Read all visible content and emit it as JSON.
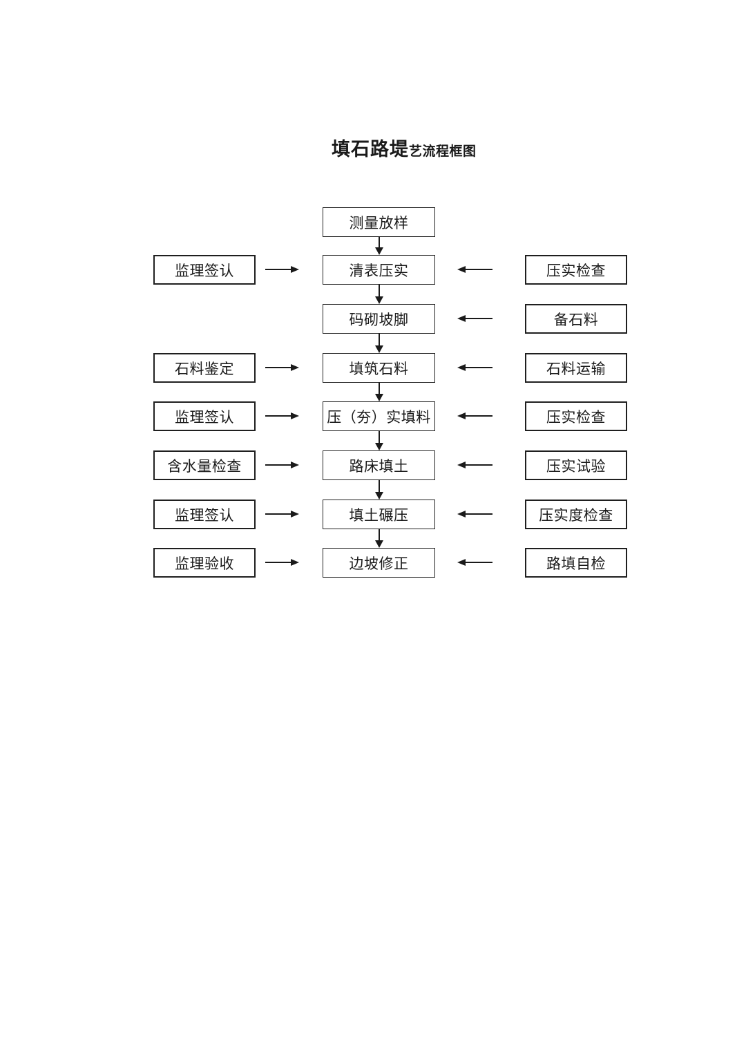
{
  "title": {
    "main": "填石路堤",
    "sub": "艺流程框图"
  },
  "flow": {
    "center": [
      "测量放样",
      "清表压实",
      "码砌坡脚",
      "填筑石料",
      "压（夯）实填料",
      "路床填土",
      "填土碾压",
      "边坡修正"
    ],
    "left": [
      "监理签认",
      "石料鉴定",
      "监理签认",
      "含水量检查",
      "监理签认",
      "监理验收"
    ],
    "right": [
      "压实检查",
      "备石料",
      "石料运输",
      "压实检查",
      "压实试验",
      "压实度检查",
      "路填自检"
    ]
  },
  "colors": {
    "ink": "#1a1a1a",
    "background": "#ffffff"
  }
}
